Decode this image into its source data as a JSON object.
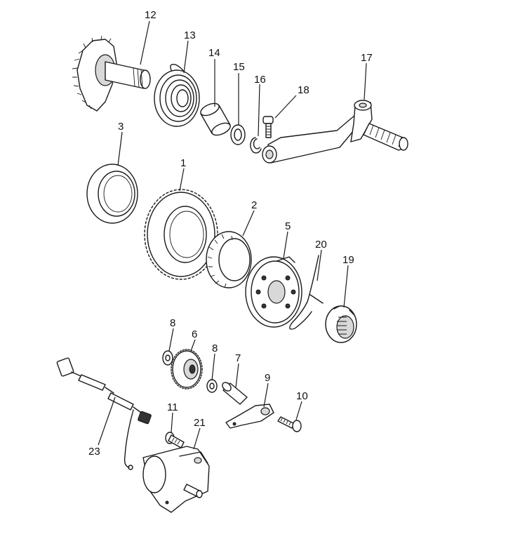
{
  "diagram": {
    "parts": [
      {
        "id": "p1",
        "label": "1"
      },
      {
        "id": "p2",
        "label": "2"
      },
      {
        "id": "p3",
        "label": "3"
      },
      {
        "id": "p5",
        "label": "5"
      },
      {
        "id": "p6",
        "label": "6"
      },
      {
        "id": "p7",
        "label": "7"
      },
      {
        "id": "p8a",
        "label": "8"
      },
      {
        "id": "p8b",
        "label": "8"
      },
      {
        "id": "p9",
        "label": "9"
      },
      {
        "id": "p10",
        "label": "10"
      },
      {
        "id": "p11",
        "label": "11"
      },
      {
        "id": "p12",
        "label": "12"
      },
      {
        "id": "p13",
        "label": "13"
      },
      {
        "id": "p14",
        "label": "14"
      },
      {
        "id": "p15",
        "label": "15"
      },
      {
        "id": "p16",
        "label": "16"
      },
      {
        "id": "p17",
        "label": "17"
      },
      {
        "id": "p18",
        "label": "18"
      },
      {
        "id": "p19",
        "label": "19"
      },
      {
        "id": "p20",
        "label": "20"
      },
      {
        "id": "p21",
        "label": "21"
      },
      {
        "id": "p23",
        "label": "23"
      }
    ]
  }
}
